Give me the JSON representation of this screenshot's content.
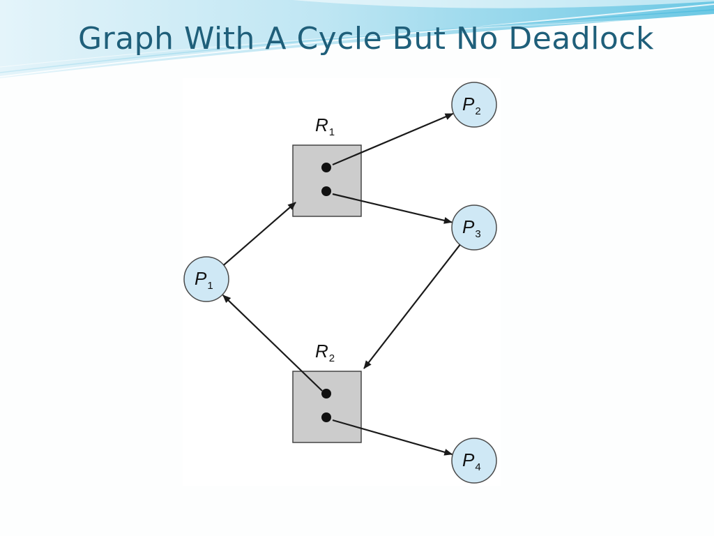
{
  "slide": {
    "title": "Graph With A Cycle But No Deadlock"
  },
  "diagram": {
    "processes": [
      {
        "id": "P1",
        "letter": "P",
        "sub": "1"
      },
      {
        "id": "P2",
        "letter": "P",
        "sub": "2"
      },
      {
        "id": "P3",
        "letter": "P",
        "sub": "3"
      },
      {
        "id": "P4",
        "letter": "P",
        "sub": "4"
      }
    ],
    "resources": [
      {
        "id": "R1",
        "letter": "R",
        "sub": "1",
        "instances": 2
      },
      {
        "id": "R2",
        "letter": "R",
        "sub": "2",
        "instances": 2
      }
    ],
    "edges": [
      {
        "from": "P1",
        "to": "R1",
        "kind": "request"
      },
      {
        "from": "R1",
        "to": "P2",
        "kind": "assignment"
      },
      {
        "from": "R1",
        "to": "P3",
        "kind": "assignment"
      },
      {
        "from": "P3",
        "to": "R2",
        "kind": "request"
      },
      {
        "from": "R2",
        "to": "P1",
        "kind": "assignment"
      },
      {
        "from": "R2",
        "to": "P4",
        "kind": "assignment"
      }
    ],
    "colors": {
      "process_fill": "#cfe8f5",
      "process_stroke": "#4a4a4a",
      "resource_fill": "#cccccc",
      "resource_stroke": "#444444",
      "edge": "#1a1a1a",
      "title": "#1f5f7a"
    }
  }
}
